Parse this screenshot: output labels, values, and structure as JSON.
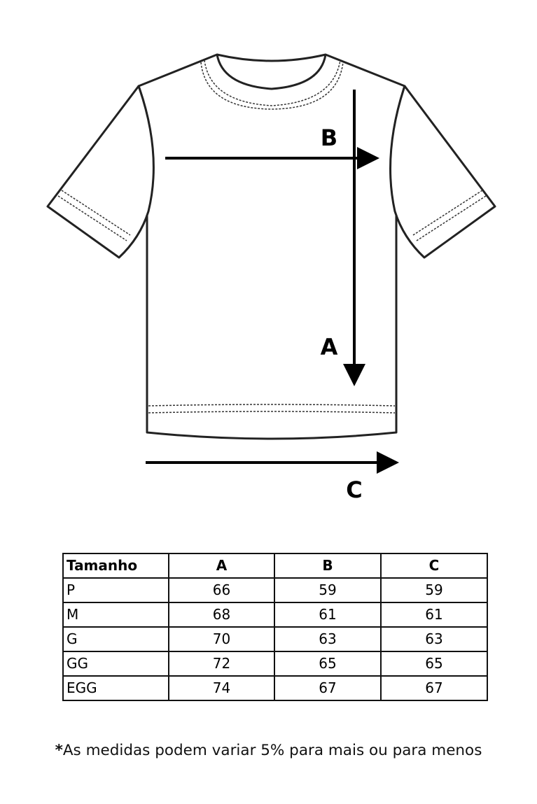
{
  "diagram": {
    "label_a": "A",
    "label_b": "B",
    "label_c": "C"
  },
  "table": {
    "headers": [
      "Tamanho",
      "A",
      "B",
      "C"
    ],
    "rows": [
      [
        "P",
        "66",
        "59",
        "59"
      ],
      [
        "M",
        "68",
        "61",
        "61"
      ],
      [
        "G",
        "70",
        "63",
        "63"
      ],
      [
        "GG",
        "72",
        "65",
        "65"
      ],
      [
        "EGG",
        "74",
        "67",
        "67"
      ]
    ]
  },
  "footnote": {
    "marker": "*",
    "text": "As medidas podem variar 5% para mais ou para menos"
  }
}
